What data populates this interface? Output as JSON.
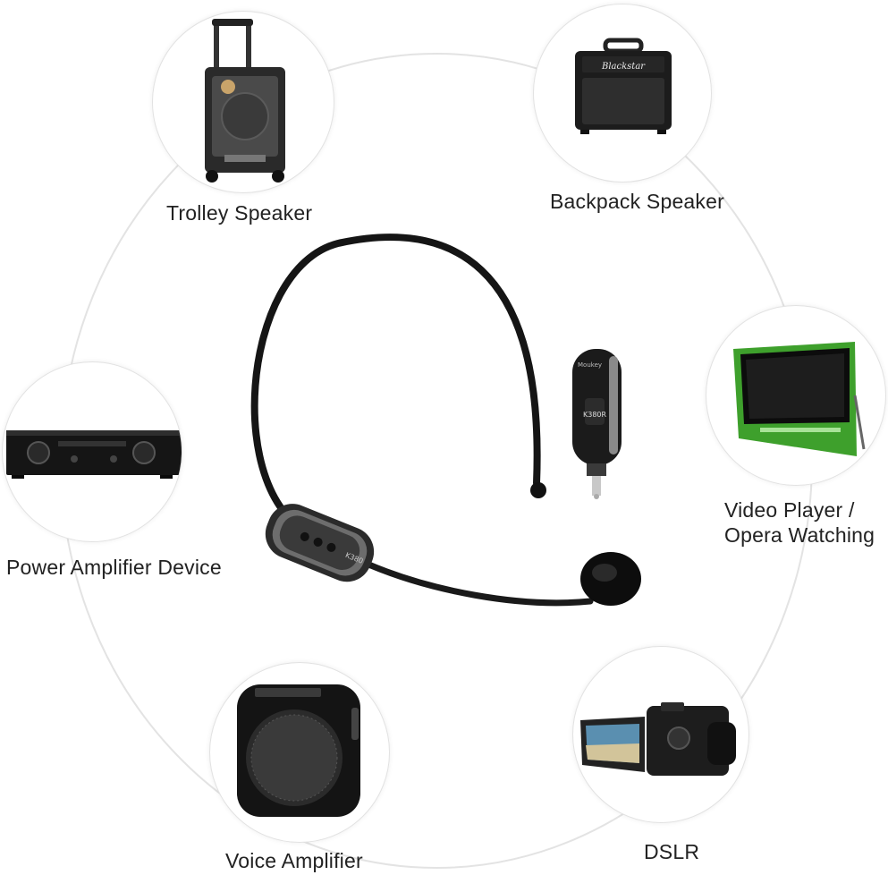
{
  "devices": [
    {
      "key": "trolley",
      "label": "Trolley Speaker",
      "icon": "trolley-speaker-icon"
    },
    {
      "key": "backpack",
      "label": "Backpack Speaker",
      "icon": "amp-speaker-icon",
      "brand": "Blackstar"
    },
    {
      "key": "video",
      "label_line1": "Video Player /",
      "label_line2": "Opera Watching",
      "icon": "video-player-icon"
    },
    {
      "key": "amplifier",
      "label": "Power Amplifier Device",
      "icon": "power-amplifier-icon"
    },
    {
      "key": "voice",
      "label": "Voice Amplifier",
      "icon": "voice-amplifier-icon"
    },
    {
      "key": "dslr",
      "label": "DSLR",
      "icon": "camcorder-icon"
    }
  ],
  "product": {
    "headset_model": "K380",
    "receiver_model": "K380R",
    "brand": "Moukey"
  },
  "colors": {
    "background": "#ffffff",
    "ring": "#e0e0e0",
    "label": "#222222",
    "screen_green": "#3ea02c"
  }
}
